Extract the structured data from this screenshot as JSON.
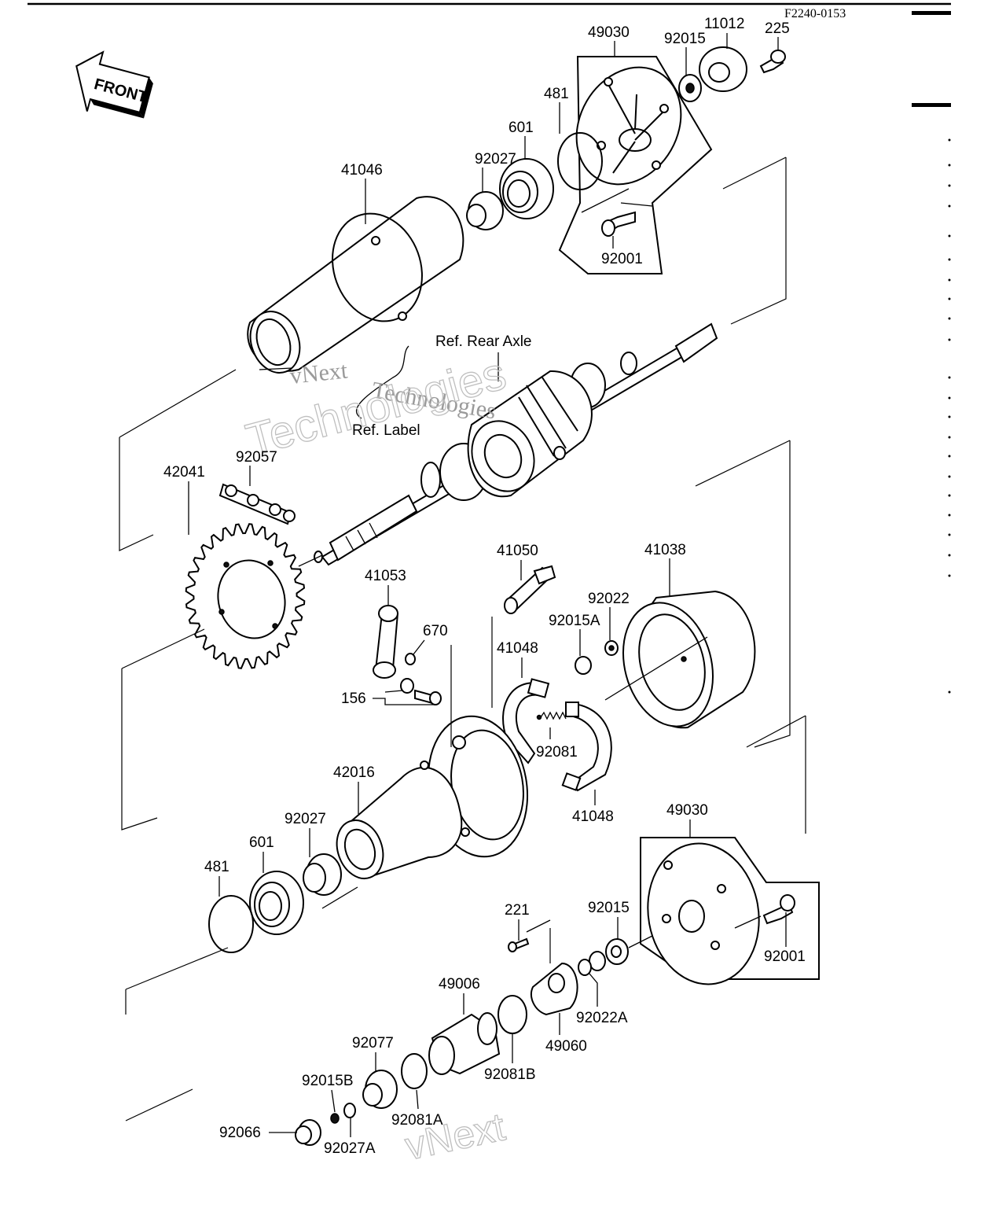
{
  "diagram": {
    "code": "F2240-0153",
    "front_arrow": "FRONT",
    "references": {
      "rear_axle": "Ref. Rear Axle",
      "label": "Ref. Label"
    },
    "watermark": {
      "line1": "vNext",
      "line2": "Technologies",
      "bottom": "vNext"
    },
    "parts": {
      "p49030_top": "49030",
      "p92015_top": "92015",
      "p11012": "11012",
      "p225": "225",
      "p481_top": "481",
      "p601_top": "601",
      "p92027_top": "92027",
      "p41046": "41046",
      "p92001_top": "92001",
      "p42041": "42041",
      "p92057": "92057",
      "p41050": "41050",
      "p41038": "41038",
      "p41053": "41053",
      "p92022": "92022",
      "p92015A": "92015A",
      "p670": "670",
      "p41048_a": "41048",
      "p156": "156",
      "p92081": "92081",
      "p42016": "42016",
      "p41048_b": "41048",
      "p49030_bottom": "49030",
      "p92027_mid": "92027",
      "p601_mid": "601",
      "p481_mid": "481",
      "p221": "221",
      "p92015_mid": "92015",
      "p92001_bottom": "92001",
      "p49006": "49006",
      "p92022A": "92022A",
      "p49060": "49060",
      "p92077": "92077",
      "p92081B": "92081B",
      "p92015B": "92015B",
      "p92081A": "92081A",
      "p92066": "92066",
      "p92027A": "92027A"
    }
  }
}
